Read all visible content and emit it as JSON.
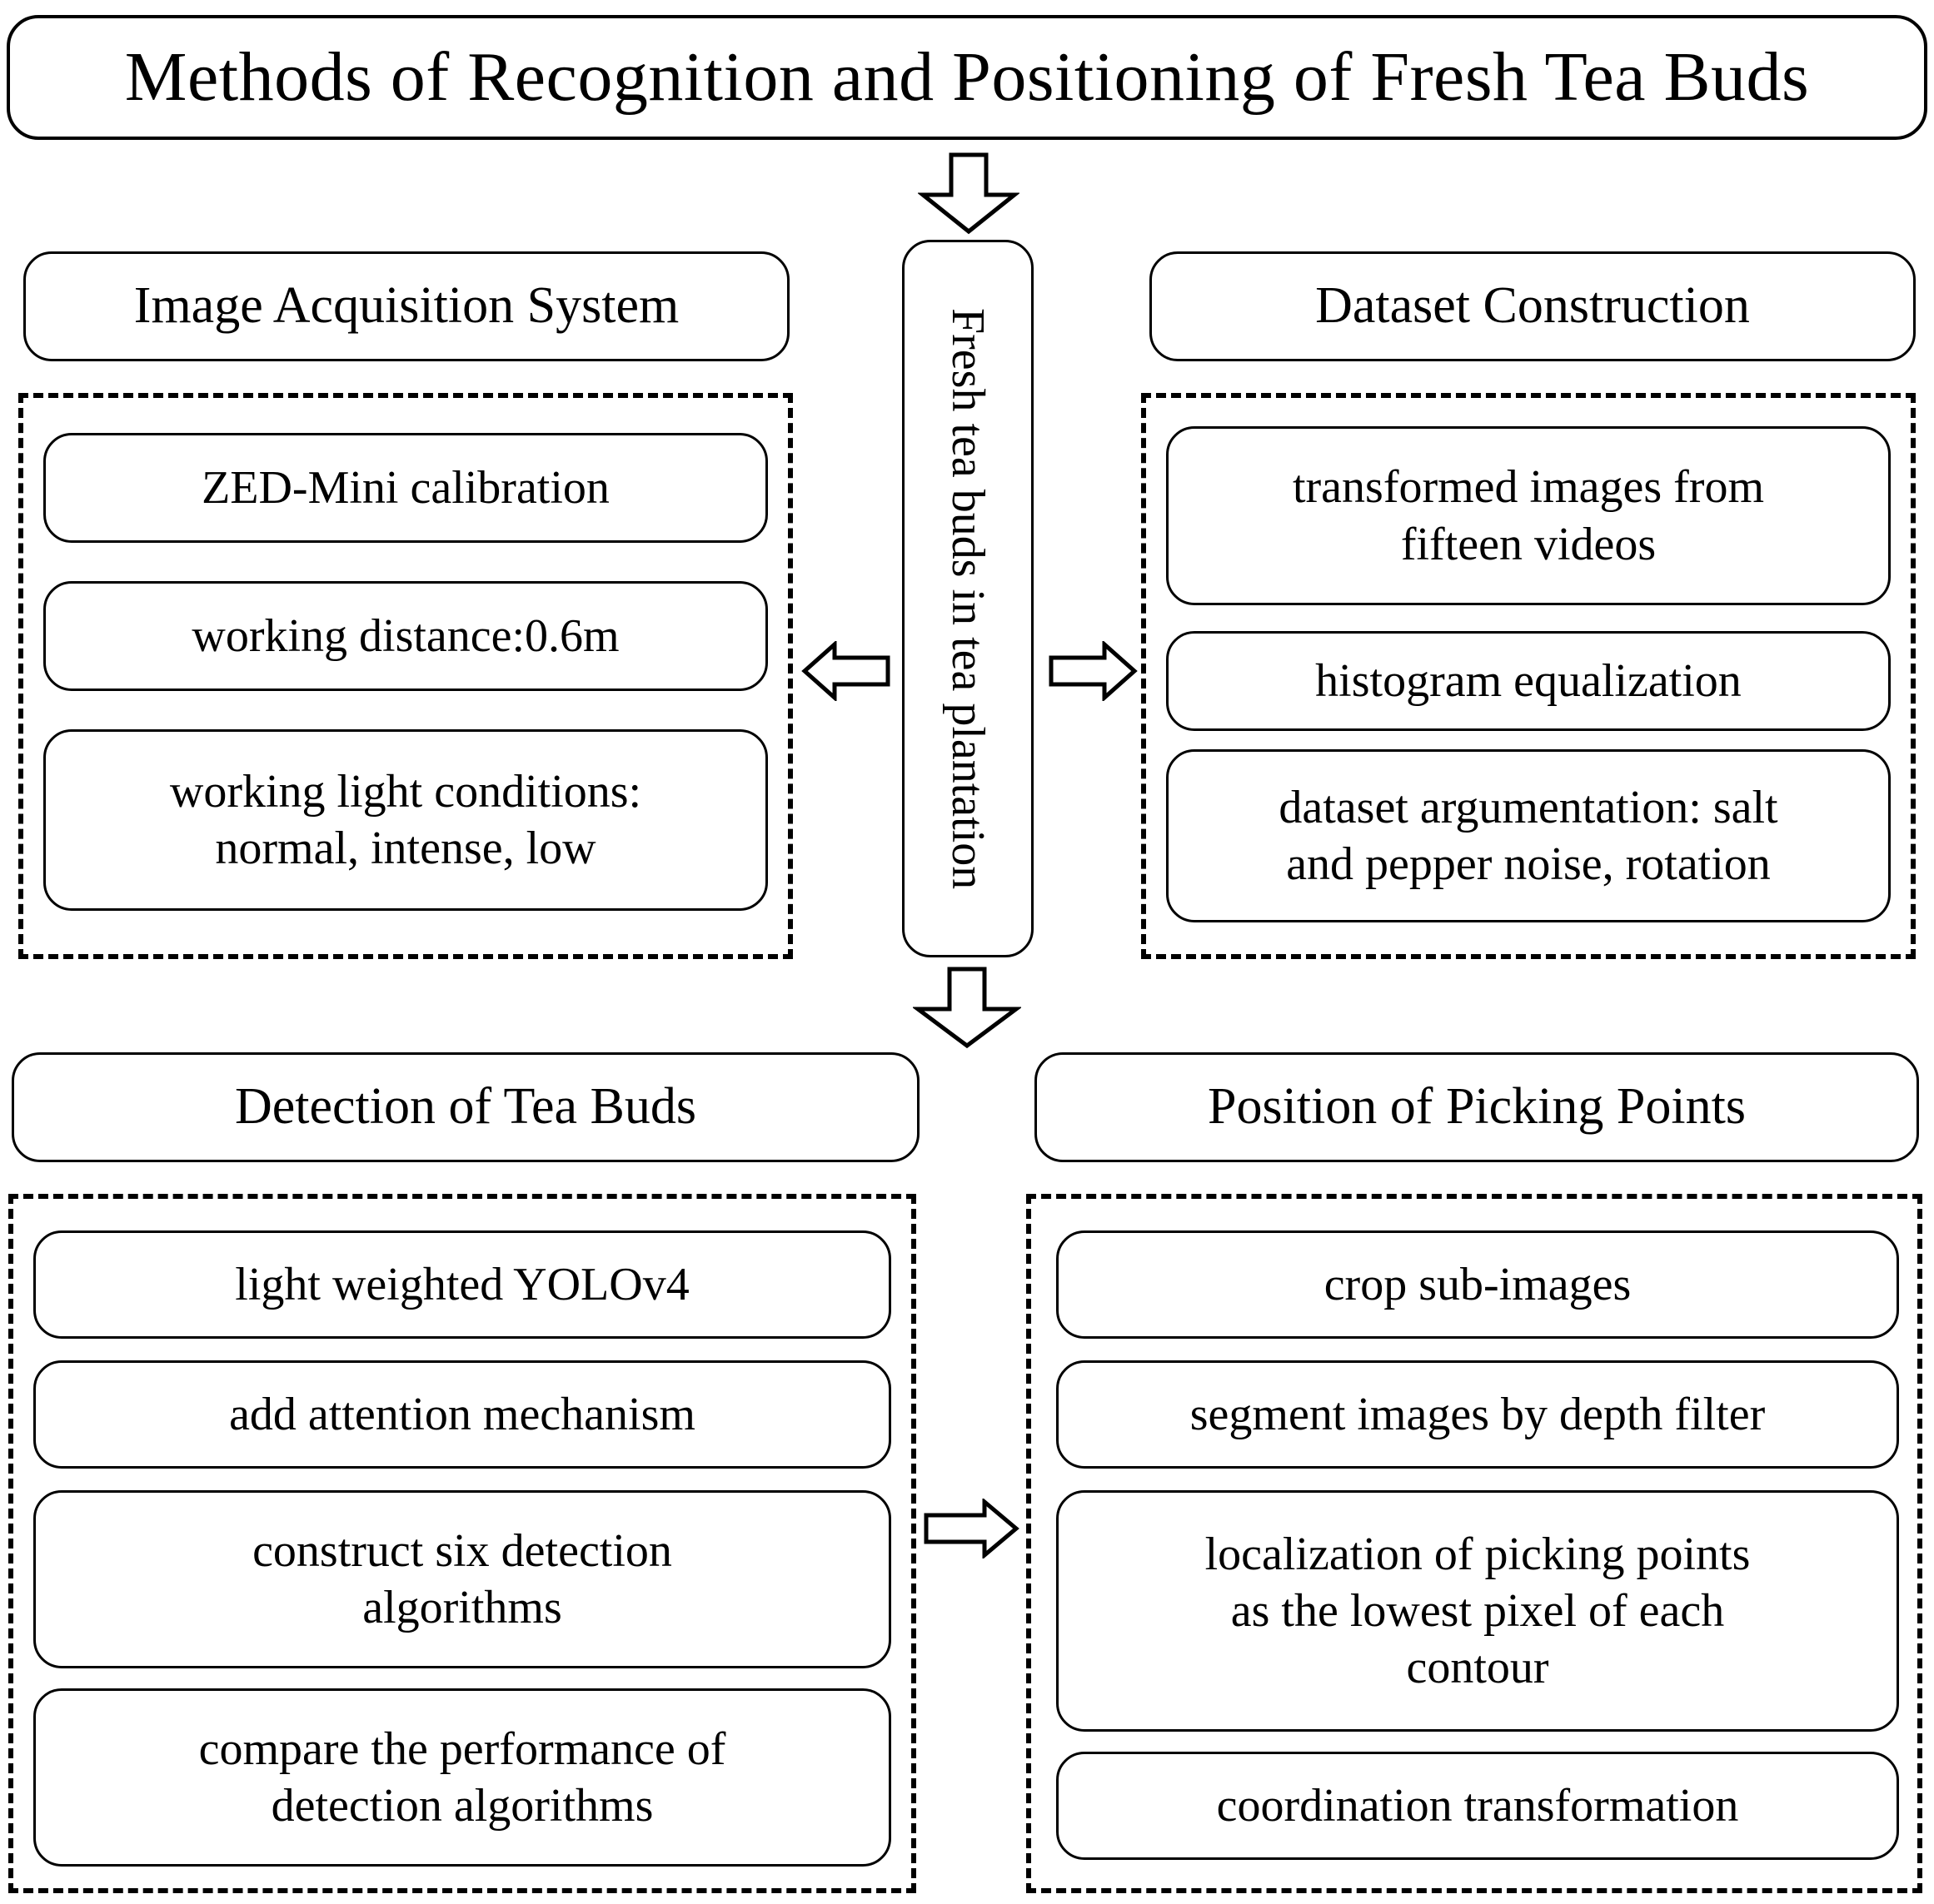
{
  "title": "Methods of Recognition and Positioning of Fresh Tea Buds",
  "center": {
    "label": "Fresh tea buds in tea plantation"
  },
  "sections": [
    {
      "id": "image-acquisition-system",
      "header": "Image Acquisition System",
      "items": [
        "ZED-Mini calibration",
        "working distance:0.6m",
        "working light conditions:\nnormal, intense, low"
      ]
    },
    {
      "id": "dataset-construction",
      "header": "Dataset Construction",
      "items": [
        "transformed images from\nfifteen videos",
        "histogram equalization",
        "dataset argumentation: salt\nand pepper noise, rotation"
      ]
    },
    {
      "id": "detection-of-tea-buds",
      "header": "Detection of Tea Buds",
      "items": [
        "light weighted YOLOv4",
        "add attention mechanism",
        "construct six detection\nalgorithms",
        "compare the performance of\ndetection algorithms"
      ]
    },
    {
      "id": "position-of-picking-points",
      "header": "Position of Picking Points",
      "items": [
        "crop sub-images",
        "segment images by depth filter",
        "localization of picking points\nas the lowest pixel of each\ncontour",
        "coordination transformation"
      ]
    }
  ],
  "arrows": [
    {
      "name": "arrow-down-title-to-center",
      "direction": "down"
    },
    {
      "name": "arrow-left-center-to-acq",
      "direction": "left"
    },
    {
      "name": "arrow-right-center-to-data",
      "direction": "right"
    },
    {
      "name": "arrow-down-center-to-bottom",
      "direction": "down"
    },
    {
      "name": "arrow-right-detection-to-pos",
      "direction": "right"
    }
  ],
  "colors": {
    "stroke": "#000000",
    "background": "#ffffff",
    "text": "#000000"
  }
}
